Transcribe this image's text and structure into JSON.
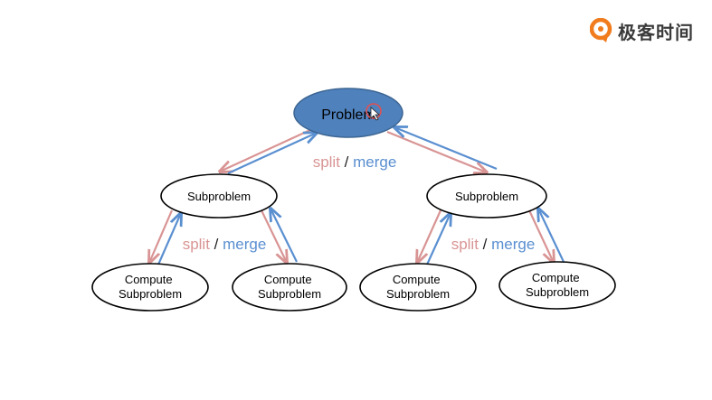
{
  "brand": {
    "name": "极客时间",
    "accent": "#f07c1e"
  },
  "nodes": {
    "root": "Problem",
    "left": "Subproblem",
    "right": "Subproblem",
    "leaf_ll": [
      "Compute",
      "Subproblem"
    ],
    "leaf_lr": [
      "Compute",
      "Subproblem"
    ],
    "leaf_rl": [
      "Compute",
      "Subproblem"
    ],
    "leaf_rr": [
      "Compute",
      "Subproblem"
    ]
  },
  "edge_labels": {
    "split": "split",
    "sep": "/",
    "merge": "merge"
  },
  "colors": {
    "split": "#d99494",
    "merge": "#5a8fd0",
    "root_fill": "#4f81bd",
    "cursor": "#e05050"
  }
}
